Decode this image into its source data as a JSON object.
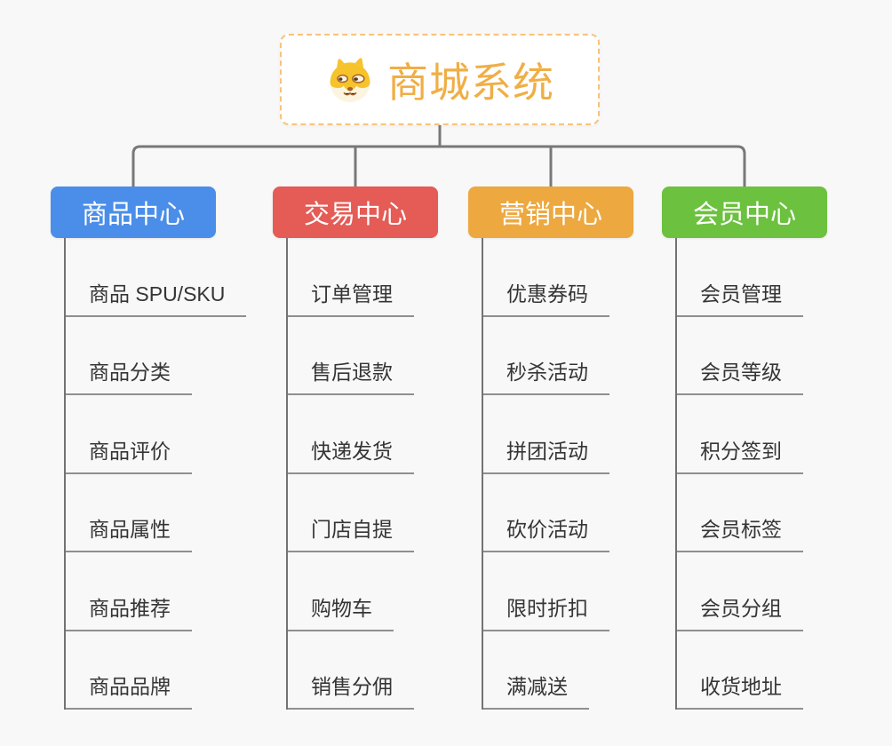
{
  "diagram": {
    "root": {
      "title": "商城系统",
      "icon": "shiba-dog-icon"
    },
    "branches": [
      {
        "label": "商品中心",
        "color": "#4a8ee9",
        "children": [
          "商品 SPU/SKU",
          "商品分类",
          "商品评价",
          "商品属性",
          "商品推荐",
          "商品品牌"
        ]
      },
      {
        "label": "交易中心",
        "color": "#e55b56",
        "children": [
          "订单管理",
          "售后退款",
          "快递发货",
          "门店自提",
          "购物车",
          "销售分佣"
        ]
      },
      {
        "label": "营销中心",
        "color": "#eda83f",
        "children": [
          "优惠券码",
          "秒杀活动",
          "拼团活动",
          "砍价活动",
          "限时折扣",
          "满减送"
        ]
      },
      {
        "label": "会员中心",
        "color": "#6cc13e",
        "children": [
          "会员管理",
          "会员等级",
          "积分签到",
          "会员标签",
          "会员分组",
          "收货地址"
        ]
      }
    ],
    "colors": {
      "root_accent": "#f0ae45",
      "root_border": "#f6c37c",
      "connector": "#787878",
      "rail": "#737373",
      "underline": "#8f8f8f",
      "leaf_text": "#353535",
      "background": "#f8f8f8"
    }
  }
}
